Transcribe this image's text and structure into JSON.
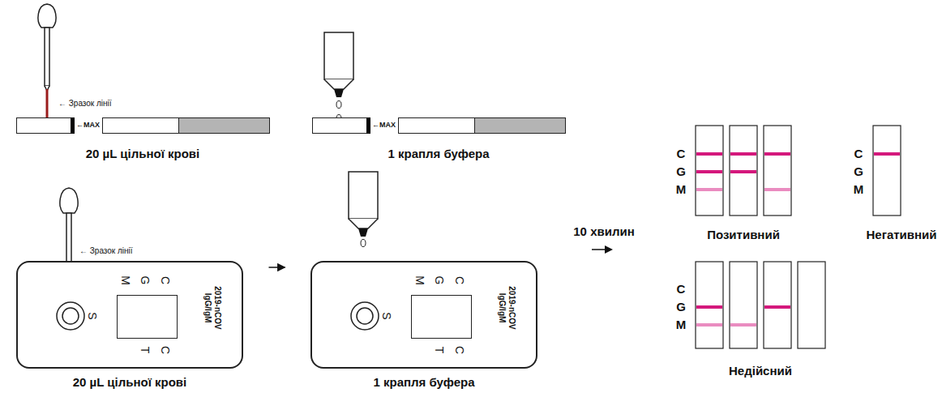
{
  "diagram": {
    "nodes": [
      {
        "text": [
          "←MAX"
        ]
      },
      {
        "text": [
          "←MAX"
        ]
      },
      {
        "text": [
          "M",
          "G",
          "C",
          "S",
          "T",
          "C",
          "2019-nCOV IgG/IgM"
        ]
      },
      {
        "text": [
          "M",
          "G",
          "C",
          "S",
          "T",
          "C",
          "2019-nCOV IgG/IgM"
        ]
      }
    ],
    "edges": [
      {
        "from": 2,
        "to": 3,
        "arrow": "to"
      }
    ],
    "labels": [
      "← Зразок лінії",
      "20 µL цільної крові",
      "1 крапля буфера",
      "← Зразок лінії",
      "20 µL цільної крові",
      "1 крапля буфера",
      "10 хвилин",
      "C",
      "G",
      "M",
      "Позитивний",
      "C",
      "G",
      "M",
      "Негативний",
      "C",
      "G",
      "M",
      "Недійсний"
    ]
  }
}
